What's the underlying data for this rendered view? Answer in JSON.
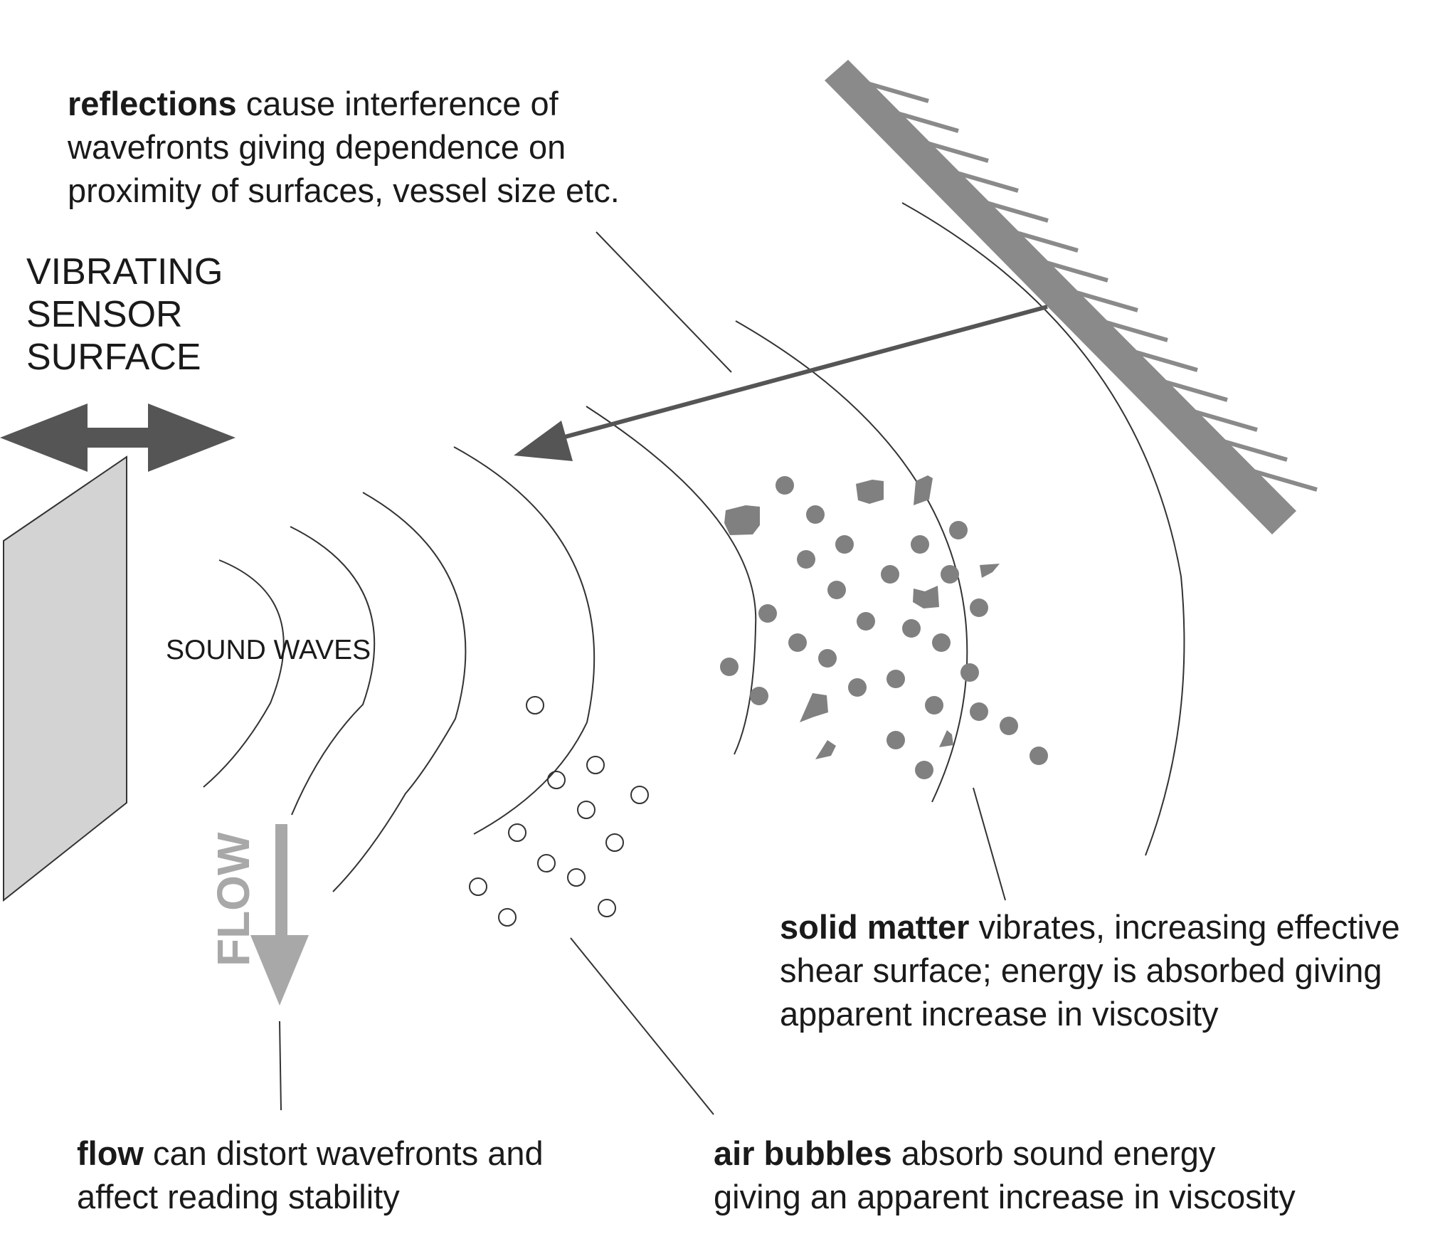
{
  "labels": {
    "sensor": [
      "VIBRATING",
      "SENSOR",
      "SURFACE"
    ],
    "sound_waves": "SOUND WAVES",
    "flow_arrow": "FLOW",
    "reflections": {
      "bold": "reflections",
      "line1_rest": " cause interference of",
      "line2": "wavefronts giving dependence on",
      "line3": "proximity of surfaces, vessel size etc."
    },
    "solid_matter": {
      "bold": "solid matter",
      "line1_rest": " vibrates, increasing effective",
      "line2": "shear surface; energy is absorbed giving",
      "line3": "apparent increase in viscosity"
    },
    "flow_note": {
      "bold": "flow",
      "line1_rest": " can distort wavefronts and",
      "line2": "affect reading stability"
    },
    "air_bubbles": {
      "bold": "air bubbles",
      "line1_rest": " absorb sound energy",
      "line2": "giving an apparent increase in viscosity"
    }
  },
  "colors": {
    "sensor_fill": "#d3d3d3",
    "arrow_dark": "#555555",
    "wall": "#8a8a8a",
    "particle": "#808080",
    "flow_arrow": "#a8a8a8",
    "lines": "#333333"
  }
}
